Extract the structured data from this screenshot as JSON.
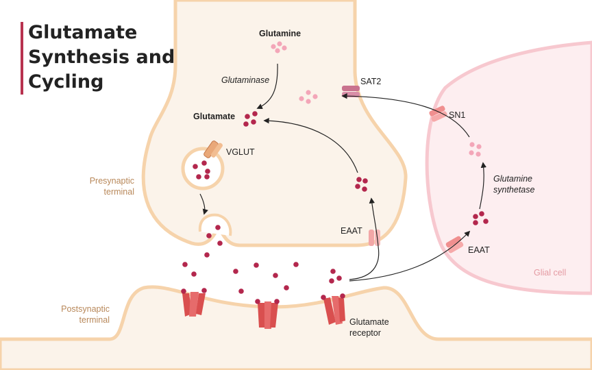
{
  "title": {
    "lines": [
      "Glutamate",
      "Synthesis and",
      "Cycling"
    ]
  },
  "labels": {
    "glutamine": "Glutamine",
    "glutaminase": "Glutaminase",
    "glutamate": "Glutamate",
    "vglut": "VGLUT",
    "sat2": "SAT2",
    "sn1": "SN1",
    "glutamine_synthetase_1": "Glutamine",
    "glutamine_synthetase_2": "synthetase",
    "eaat_presynaptic": "EAAT",
    "eaat_glial": "EAAT",
    "presynaptic_1": "Presynaptic",
    "presynaptic_2": "terminal",
    "postsynaptic_1": "Postsynaptic",
    "postsynaptic_2": "terminal",
    "receptor_1": "Glutamate",
    "receptor_2": "receptor",
    "glial_cell": "Glial cell"
  },
  "colors": {
    "title_accent": "#b8324f",
    "membrane": "#f6d3ab",
    "cytoplasm": "#fbf3ea",
    "glial_membrane": "#f7c8cf",
    "glial_cytoplasm": "#fdeef0",
    "glutamate_dot": "#b3274d",
    "glutamine_dot": "#f3a6b8",
    "receptor": "#e45d5d"
  }
}
